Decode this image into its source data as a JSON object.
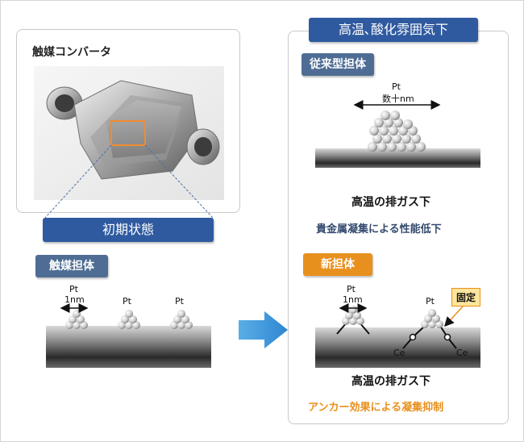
{
  "converter": {
    "title": "触媒コンバータ"
  },
  "initial": {
    "header": "初期状態",
    "carrier_label": "触媒担体",
    "particles": [
      {
        "name": "Pt",
        "size": "1nm"
      },
      {
        "name": "Pt"
      },
      {
        "name": "Pt"
      }
    ]
  },
  "oxidizing": {
    "header": "高温､酸化雰囲気下",
    "conventional": {
      "label": "従来型担体",
      "particle": "Pt",
      "size": "数十nm",
      "caption": "高温の排ガス下",
      "result": "貴金属凝集による性能低下"
    },
    "new": {
      "label": "新担体",
      "particles": [
        {
          "name": "Pt",
          "size": "1nm"
        },
        {
          "name": "Pt"
        }
      ],
      "fixed_tag": "固定",
      "anchor_element": "Ce",
      "caption": "高温の排ガス下",
      "result": "アンカー効果による凝集抑制"
    }
  },
  "colors": {
    "header_blue": "#2f5aa0",
    "label_blue": "#4f6d94",
    "label_orange": "#e8901e",
    "result_blue": "#344a6e",
    "result_orange": "#e8901e",
    "arrow": "#3b97dc",
    "tag_fill": "#fde59b"
  }
}
